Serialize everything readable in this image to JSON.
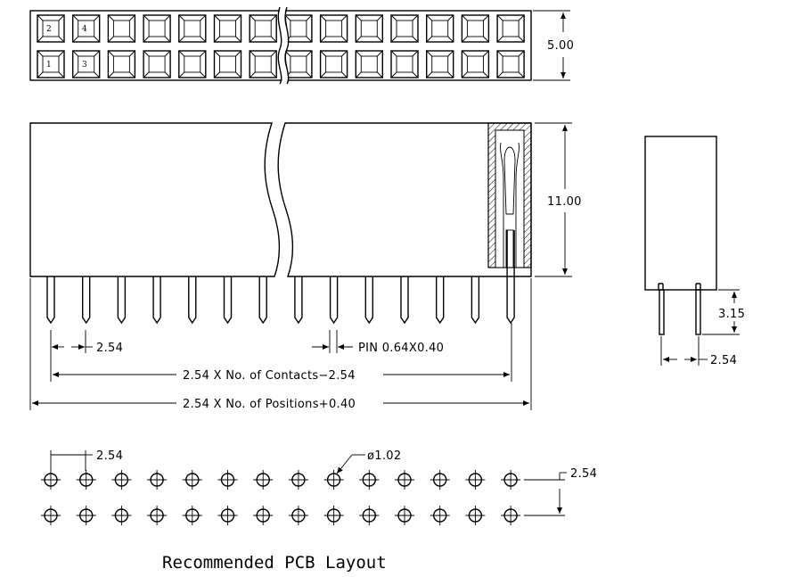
{
  "top_view": {
    "row_top_pin_numbers": [
      "2",
      "4"
    ],
    "row_bottom_pin_numbers": [
      "1",
      "3"
    ],
    "height_dim": "5.00"
  },
  "front_view": {
    "height_dim": "11.00",
    "pitch_dim": "2.54",
    "pin_dim": "PIN 0.64X0.40",
    "contacts_dim": "2.54 X No. of Contacts−2.54",
    "positions_dim": "2.54 X No. of Positions+0.40"
  },
  "side_view": {
    "tail_dim": "3.15",
    "pitch_dim": "2.54"
  },
  "pcb_layout": {
    "pitch_dim": "2.54",
    "hole_dim": "ø1.02",
    "row_pitch_dim": "2.54",
    "caption": "Recommended PCB Layout"
  }
}
